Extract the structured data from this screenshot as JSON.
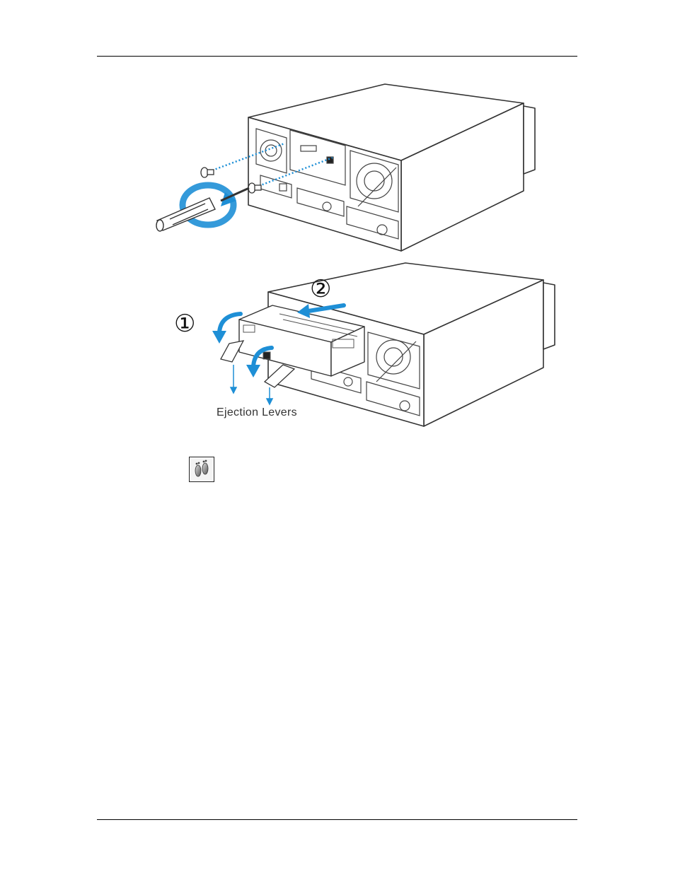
{
  "figure_2": {
    "step_one": "①",
    "step_two": "②",
    "lever_label": "Ejection Levers"
  },
  "colors": {
    "arrow_blue": "#1e8fd6",
    "outline": "#333333"
  },
  "icons": [
    "screw-icon",
    "screwdriver-icon",
    "rotate-arrow-icon",
    "footprint-icon"
  ]
}
